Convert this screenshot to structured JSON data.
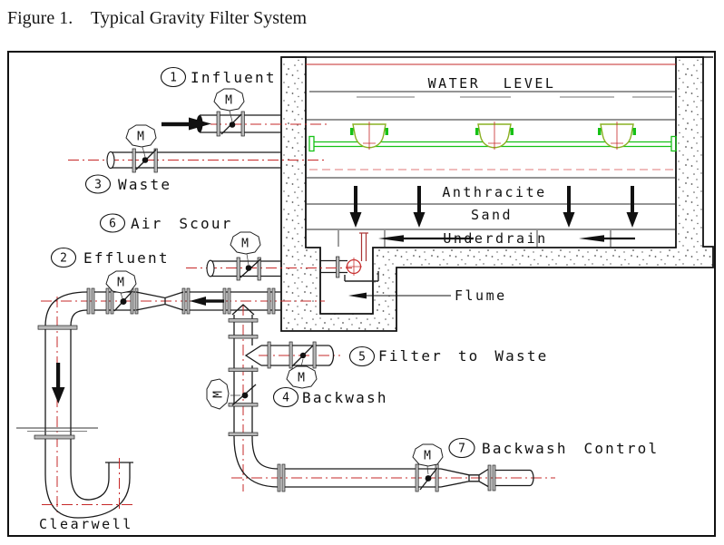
{
  "figure": {
    "label": "Figure 1.",
    "title": "Typical Gravity Filter System"
  },
  "tank": {
    "water_level": "WATER LEVEL",
    "media": [
      "Anthracite",
      "Sand",
      "Underdrain"
    ]
  },
  "annotations": {
    "flume": "Flume",
    "clearwell": "Clearwell"
  },
  "valve_motor_label": "M",
  "callouts": [
    {
      "num": "1",
      "label": "Influent"
    },
    {
      "num": "2",
      "label": "Effluent"
    },
    {
      "num": "3",
      "label": "Waste"
    },
    {
      "num": "4",
      "label": "Backwash"
    },
    {
      "num": "5",
      "label": "Filter to Waste"
    },
    {
      "num": "6",
      "label": "Air Scour"
    },
    {
      "num": "7",
      "label": "Backwash Control"
    }
  ],
  "colors": {
    "centerline_red": "#c62828",
    "dashed_pink": "#e07878",
    "trough_green": "#16c116",
    "trough_outline": "#8ab022",
    "riser_red": "#aa3333",
    "line_black": "#1a1a1a",
    "concrete_dot": "#555555"
  }
}
